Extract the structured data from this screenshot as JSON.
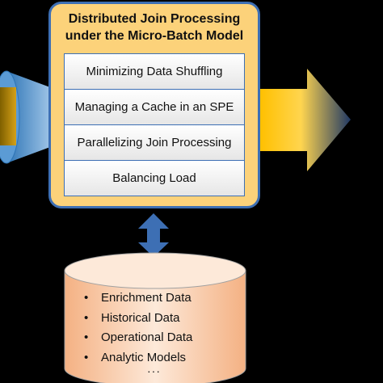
{
  "title": {
    "line1": "Distributed Join Processing",
    "line2": "under the Micro-Batch Model"
  },
  "steps": [
    "Minimizing Data Shuffling",
    "Managing a Cache in an SPE",
    "Parallelizing Join Processing",
    "Balancing Load"
  ],
  "data_store": {
    "items": [
      "Enrichment Data",
      "Historical Data",
      "Operational Data",
      "Analytic Models"
    ],
    "ellipsis": "···"
  },
  "colors": {
    "background": "#000000",
    "box_fill": "#fcd27a",
    "box_border": "#3d6fb4",
    "funnel": "#5b9bd5",
    "arrow_start": "#ffc000",
    "arrow_end": "#1f3864",
    "cylinder": "#f8cbad"
  }
}
